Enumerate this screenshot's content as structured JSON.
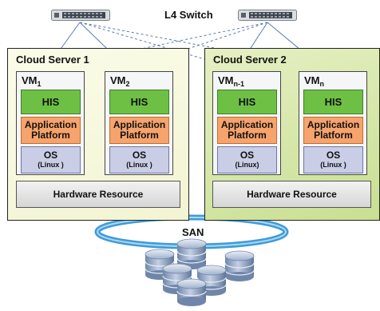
{
  "switch": {
    "label": "L4 Switch"
  },
  "servers": [
    {
      "title": "Cloud Server 1",
      "vms": [
        {
          "name": "VM",
          "sub": "1",
          "his": "HIS",
          "app_line1": "Application",
          "app_line2": "Platform",
          "os": "OS",
          "os_sub": "(Linux )"
        },
        {
          "name": "VM",
          "sub": "2",
          "his": "HIS",
          "app_line1": "Application",
          "app_line2": "Platform",
          "os": "OS",
          "os_sub": "(Linux )"
        }
      ],
      "hardware": "Hardware Resource"
    },
    {
      "title": "Cloud Server 2",
      "vms": [
        {
          "name": "VM",
          "sub": "n-1",
          "his": "HIS",
          "app_line1": "Application",
          "app_line2": "Platform",
          "os": "OS",
          "os_sub": "(Linux)"
        },
        {
          "name": "VM",
          "sub": "n",
          "his": "HIS",
          "app_line1": "Application",
          "app_line2": "Platform",
          "os": "OS",
          "os_sub": "(Linux )"
        }
      ],
      "hardware": "Hardware Resource"
    }
  ],
  "san": {
    "label": "SAN"
  },
  "colors": {
    "his": "#6ec045",
    "app": "#f6a36c",
    "os": "#c9cde6",
    "server2_bg": "#d8e8a8",
    "san_ring": "#3f9bd8",
    "db": "#8da3c2"
  }
}
